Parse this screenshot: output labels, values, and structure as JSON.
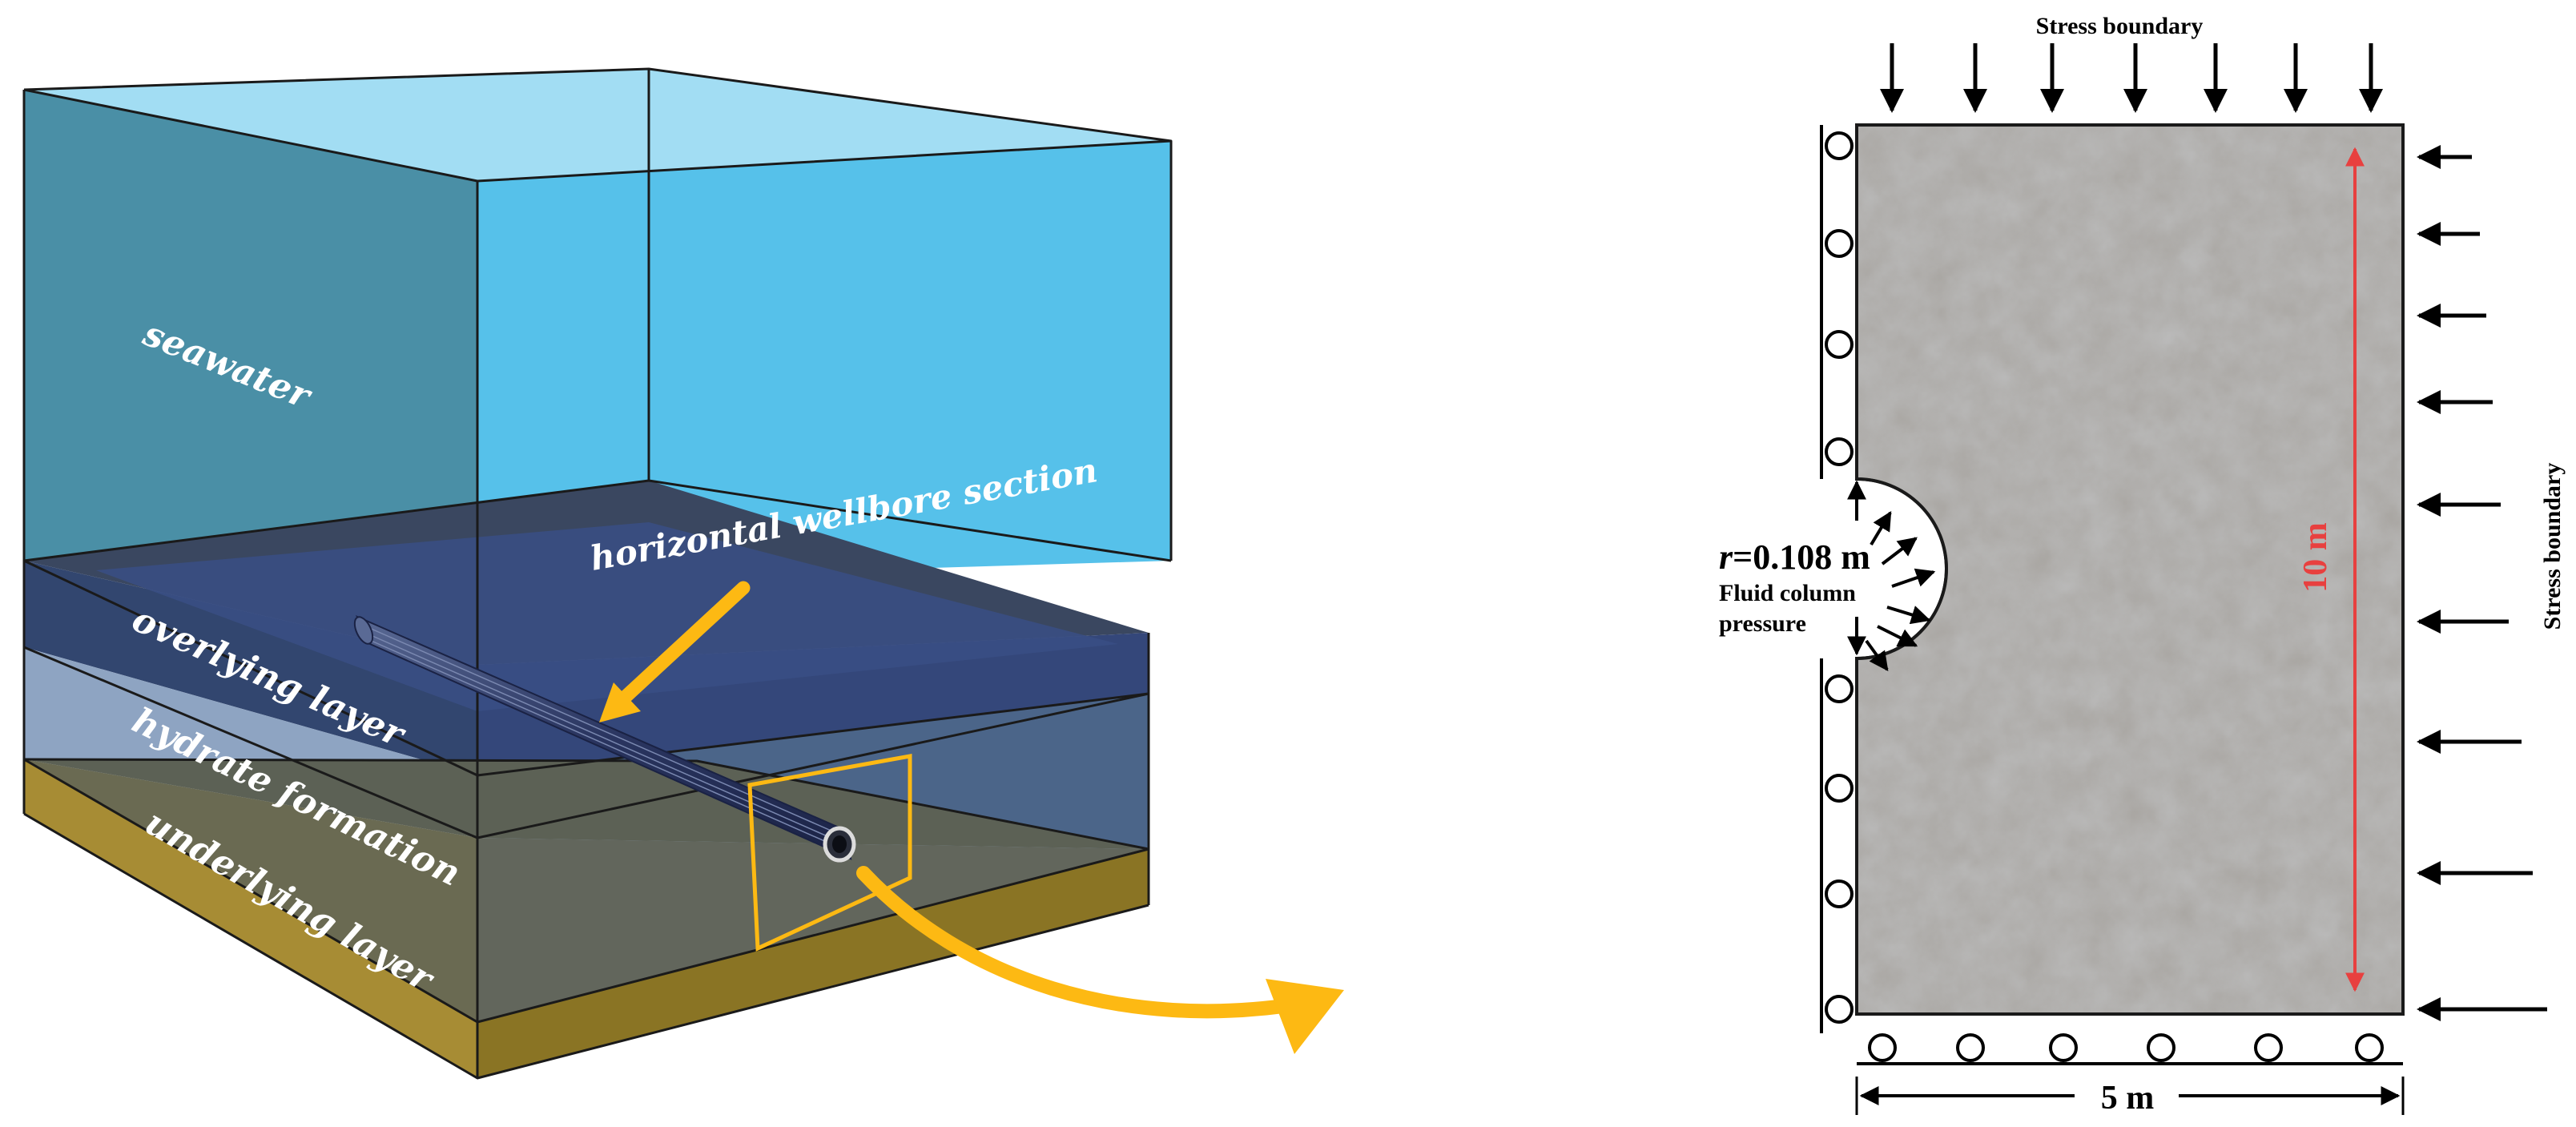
{
  "left_diagram": {
    "labels": {
      "seawater": "seawater",
      "horizontal_wellbore": "horizontal wellbore section",
      "overlying_layer": "overlying layer",
      "hydrate_formation": "hydrate formation",
      "underlying_layer": "underlying layer"
    },
    "colors": {
      "seawater": "#56c1ea",
      "overlying_layer": "#34477a",
      "hydrate_formation": "#8ea4c2",
      "underlying_layer": "#a78c34",
      "highlight": "#fdb913"
    }
  },
  "right_diagram": {
    "top_boundary_label": "Stress boundary",
    "right_boundary_label": "Stress boundary",
    "radius_label": "r=0.108 m",
    "radius_symbol": "r",
    "radius_value": "=0.108 m",
    "fluid_label_line1": "Fluid column",
    "fluid_label_line2": "pressure",
    "height_label": "10 m",
    "width_label": "5 m",
    "colors": {
      "rock": "#a9a6a2",
      "dimension_arrow": "#e8403f"
    }
  }
}
